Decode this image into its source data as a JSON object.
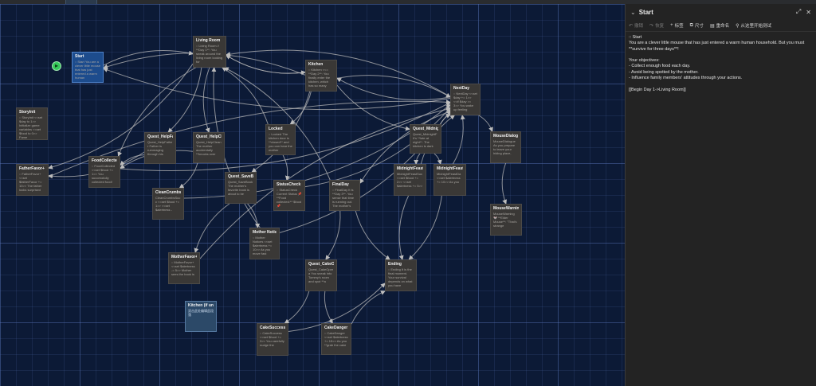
{
  "canvas": {
    "start_marker_icon": "play-icon",
    "nodes": [
      {
        "id": "start",
        "title": "Start",
        "body": ":: Start You are a clever little mouse that has just entered a warm human",
        "kind": "start"
      },
      {
        "id": "living_room",
        "title": "Living Room",
        "body": ":: Living Room // **Day 1**: You sneak around the living room looking for",
        "kind": "normal"
      },
      {
        "id": "kitchen",
        "title": "Kitchen",
        "body": ":: Kitchen <<= **Day 2**: You finally enter the kitchen, which has so many",
        "kind": "normal"
      },
      {
        "id": "next_day",
        "title": "NextDay",
        "body": ":: NextDay <<set $day += 1>> <<if $day >= 3>> You wake up feeling",
        "kind": "normal"
      },
      {
        "id": "storyinit",
        "title": "StoryInit",
        "body": ":: StoryInit <<set $day to 1>> Initialize game variables <<set $food to 0>> Fame",
        "kind": "normal"
      },
      {
        "id": "quest_helpfather",
        "title": "Quest_HelpFather",
        "body": "Quest_HelpFather Father is rummaging through his",
        "kind": "normal"
      },
      {
        "id": "quest_helpclean",
        "title": "Quest_HelpClean",
        "body": "Quest_HelpClean The mother accidentally **knocks over",
        "kind": "normal"
      },
      {
        "id": "locked",
        "title": "Locked",
        "body": ":: Locked The kitchen door is **closed** and you can hear the mother",
        "kind": "normal"
      },
      {
        "id": "quest_midnight",
        "title": "Quest_MidnightF",
        "body": "Quest_MidnightF It's **late at night**. The kitchen is dark",
        "kind": "normal"
      },
      {
        "id": "mouse_dialogue",
        "title": "MouseDialogue",
        "body": "MouseDialogue As you prepare to leave your hiding place,",
        "kind": "normal"
      },
      {
        "id": "fatherfavor",
        "title": "FatherFavor+",
        "body": ":: FatherFavor+ <<set $fatherFavor += 10>> The father looks surprised",
        "kind": "normal"
      },
      {
        "id": "foodcollected",
        "title": "FoodCollected",
        "body": ":: FoodCollected <<set $food += 1>> You successfully collected food!",
        "kind": "normal"
      },
      {
        "id": "quest_savebook",
        "title": "Quest_SaveBook",
        "body": "Quest_SaveBook The mother's favorite book is about to be",
        "kind": "normal"
      },
      {
        "id": "statuscheck",
        "title": "StatusCheck",
        "body": ":: StatusCheck Current Status 📌 **Food collected:** $food 📌",
        "kind": "normal"
      },
      {
        "id": "finalday",
        "title": "FinalDay",
        "body": ":: FinalDay It is **Day 3**. You sense that time is running out. The mother's",
        "kind": "normal"
      },
      {
        "id": "midnight_success",
        "title": "MidnightFeastSuc",
        "body": "MidnightFeastSuc <<set $food += 2>> <<set $alertness += 5>>",
        "kind": "normal"
      },
      {
        "id": "midnight_fail",
        "title": "MidnightFeastDa",
        "body": "MidnightFeastDa <<set $alertness += 10>> As you",
        "kind": "normal"
      },
      {
        "id": "cleancrumbs",
        "title": "CleanCrumbsSucc",
        "body": "CleanCrumbsSucc <<set $food += 1>> <<set $alertness -",
        "kind": "normal"
      },
      {
        "id": "mouse_warning",
        "title": "MouseWarning",
        "body": "MouseWarning 🐭 **Elder Mouse**: \"That's strange",
        "kind": "normal"
      },
      {
        "id": "motherfavor",
        "title": "MotherFavor+",
        "body": ":: MotherFavor+ <<set $alertness -= 5>> Mother sees the book is",
        "kind": "normal"
      },
      {
        "id": "mother_notices",
        "title": "Mother Notices",
        "body": ":: Mother Notices <<set $alertness += 10>> As you move fast",
        "kind": "normal"
      },
      {
        "id": "quest_cakeopen",
        "title": "Quest_CakeOpera",
        "body": "Quest_CakeOpera You sneak into Tommy's room and spot **a",
        "kind": "normal"
      },
      {
        "id": "ending",
        "title": "Ending",
        "body": ":: Ending It is the final moment. Your survival depends on what you have",
        "kind": "normal"
      },
      {
        "id": "kitchen_unlocked",
        "title": "Kitchen (if unlocked)[disable",
        "body": "双击此处编辑此段落",
        "kind": "selected"
      },
      {
        "id": "cakesuccess",
        "title": "CakeSuccess",
        "body": ":: CakeSuccess <<set $food += 3>> You carefully nudge the",
        "kind": "normal"
      },
      {
        "id": "cakedanger",
        "title": "CakeDanger",
        "body": ":: CakeDanger <<set $alertness += 15>> As you **grab the cake",
        "kind": "normal"
      }
    ]
  },
  "panel": {
    "collapse_icon": "chevron-down-icon",
    "title": "Start",
    "expand_icon": "expand-icon",
    "close_icon": "close-icon",
    "toolbar": [
      {
        "id": "undo",
        "icon": "undo-icon",
        "glyph": "↶",
        "label": "撤销",
        "enabled": false
      },
      {
        "id": "redo",
        "icon": "redo-icon",
        "glyph": "↷",
        "label": "恢复",
        "enabled": false
      },
      {
        "id": "tag",
        "icon": "plus-icon",
        "glyph": "+",
        "label": "标签",
        "enabled": true
      },
      {
        "id": "size",
        "icon": "size-icon",
        "glyph": "⧉",
        "label": "尺寸",
        "enabled": true
      },
      {
        "id": "rename",
        "icon": "rename-icon",
        "glyph": "▤",
        "label": "重命名",
        "enabled": true
      },
      {
        "id": "test_from_here",
        "icon": "test-from-here-icon",
        "glyph": "⚲",
        "label": "从这里开始测试",
        "enabled": true
      }
    ],
    "editor_lines": [
      ":: Start",
      "You are a clever little mouse that has just entered a warm human household. But you must **survive for three days**!",
      "",
      "Your objectives:",
      "- Collect enough food each day.",
      "- Avoid being spotted by the mother.",
      "- Influence family members' attitudes through your actions.",
      "",
      "[[Begin Day 1->Living Room]]"
    ]
  }
}
